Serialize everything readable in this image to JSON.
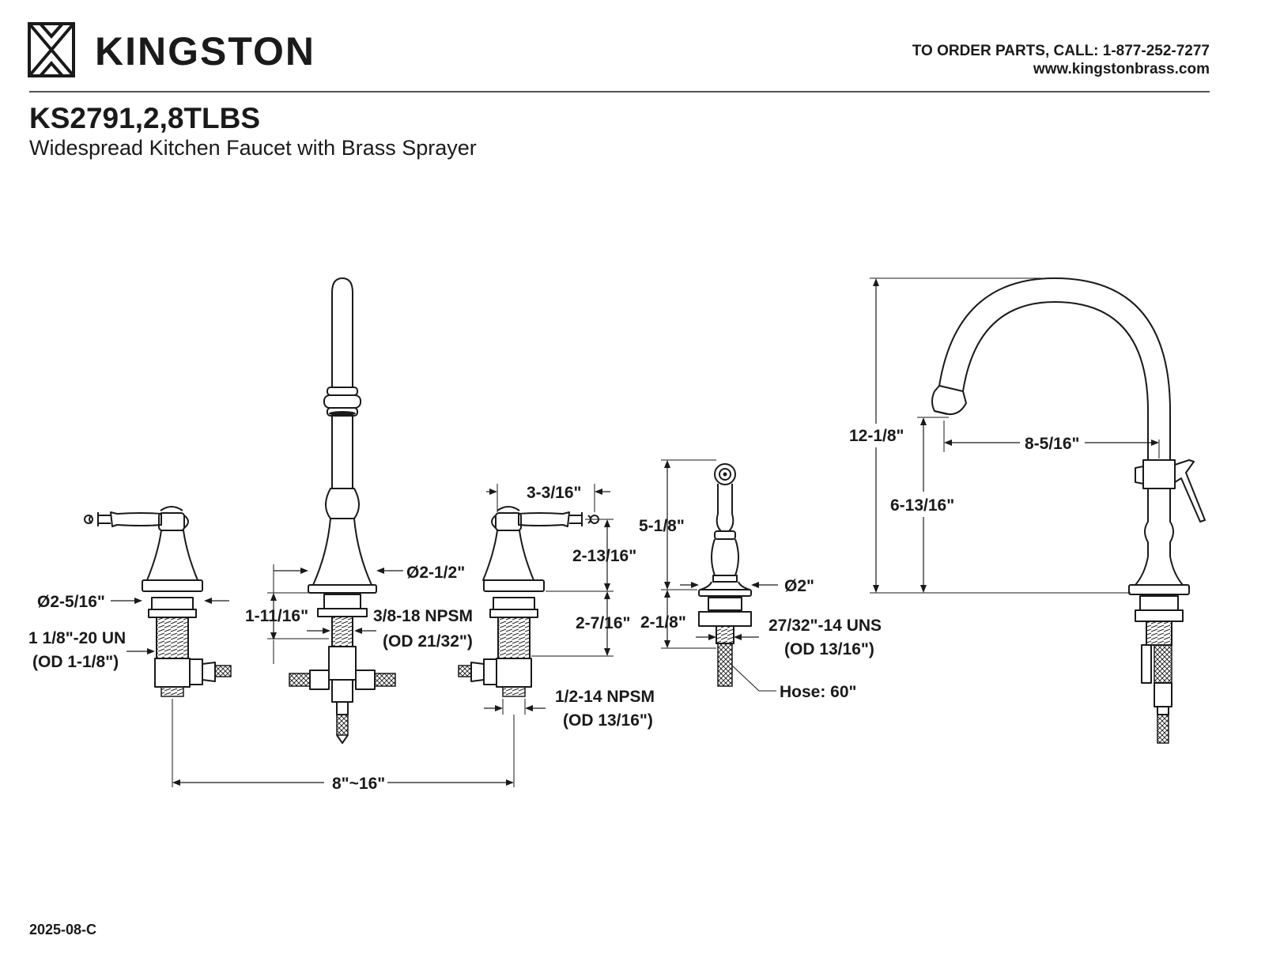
{
  "header": {
    "brand_name": "KINGSTON",
    "order_phone": "TO ORDER PARTS, CALL: 1-877-252-7277",
    "website": "www.kingstonbrass.com"
  },
  "product": {
    "model_number": "KS2791,2,8TLBS",
    "description": "Widespread Kitchen Faucet with Brass Sprayer"
  },
  "dimensions": {
    "hot_handle_diameter": "Ø2-5/16\"",
    "hot_thread": "1 1/8\"-20 UN",
    "hot_thread_od": "(OD 1-1/8\")",
    "spout_base_diameter": "Ø2-1/2\"",
    "spout_mount_height": "1-11/16\"",
    "spout_thread": "3/8-18 NPSM",
    "spout_thread_od": "(OD 21/32\")",
    "cold_handle_width": "3-3/16\"",
    "cold_handle_height": "2-13/16\"",
    "cold_shank_length": "2-7/16\"",
    "cold_thread": "1/2-14 NPSM",
    "cold_thread_od": "(OD 13/16\")",
    "sprayer_height": "5-1/8\"",
    "sprayer_base_diameter": "Ø2\"",
    "sprayer_shank_length": "2-1/8\"",
    "sprayer_thread": "27/32\"-14 UNS",
    "sprayer_thread_od": "(OD 13/16\")",
    "hose_length": "Hose: 60\"",
    "center_spread": "8\"~16\"",
    "total_height": "12-1/8\"",
    "spout_reach": "8-5/16\"",
    "spout_clearance": "6-13/16\""
  },
  "footer": {
    "revision": "2025-08-C"
  },
  "colors": {
    "ink": "#1a1a1a",
    "paper": "#ffffff"
  },
  "icons": [
    "kingston-logo-icon"
  ]
}
